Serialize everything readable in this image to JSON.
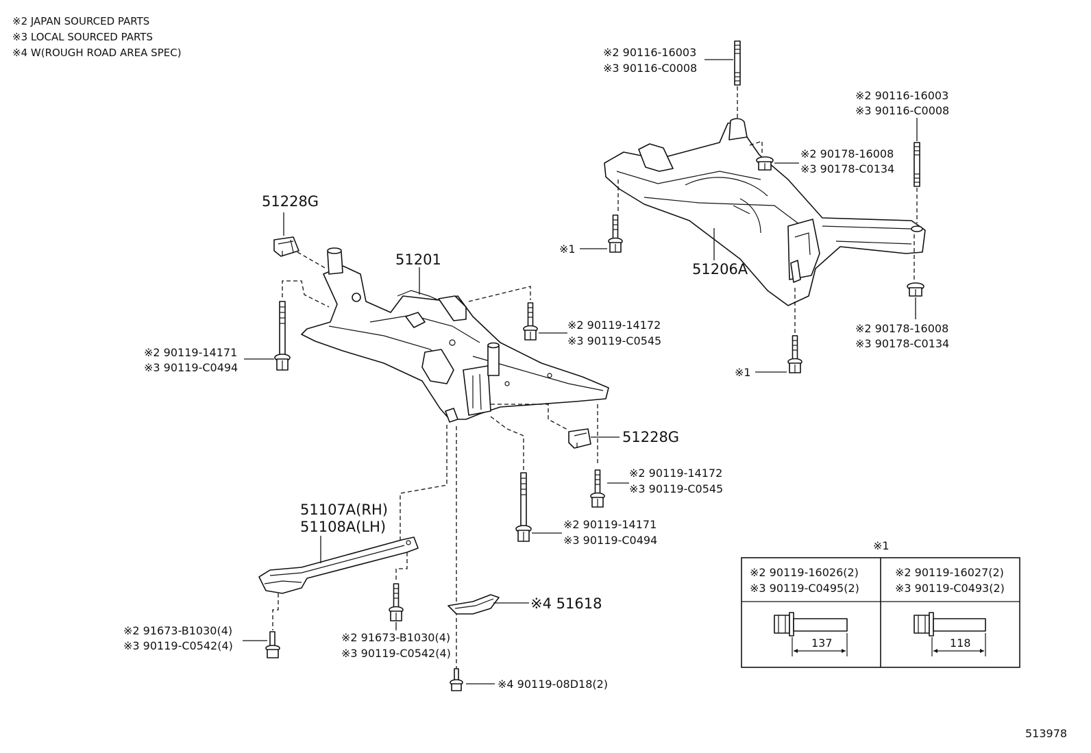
{
  "notes": [
    "※2 JAPAN SOURCED PARTS",
    "※3 LOCAL SOURCED PARTS",
    "※4 W(ROUGH ROAD AREA SPEC)"
  ],
  "labels": {
    "rear_stud_top_a": "※2 90116-16003",
    "rear_stud_top_b": "※3 90116-C0008",
    "rear_stud_right_a": "※2 90116-16003",
    "rear_stud_right_b": "※3 90116-C0008",
    "rear_nut_top_a": "※2 90178-16008",
    "rear_nut_top_b": "※3 90178-C0134",
    "rear_nut_bot_a": "※2 90178-16008",
    "rear_nut_bot_b": "※3 90178-C0134",
    "rear_bolt_left": "※1",
    "rear_bolt_bottom": "※1",
    "rear_member": "51206A",
    "stopper_top": "51228G",
    "front_member": "51201",
    "stopper_right": "51228G",
    "fbolt_tr_a": "※2 90119-14172",
    "fbolt_tr_b": "※3 90119-C0545",
    "fbolt_l_a": "※2 90119-14171",
    "fbolt_l_b": "※3 90119-C0494",
    "fbolt_r2_a": "※2 90119-14172",
    "fbolt_r2_b": "※3 90119-C0545",
    "fbolt_b_a": "※2 90119-14171",
    "fbolt_b_b": "※3 90119-C0494",
    "brace_rh": "51107A(RH)",
    "brace_lh": "51108A(LH)",
    "brace_bolt_l_a": "※2 91673-B1030(4)",
    "brace_bolt_l_b": "※3 90119-C0542(4)",
    "brace_bolt_m_a": "※2 91673-B1030(4)",
    "brace_bolt_m_b": "※3 90119-C0542(4)",
    "guard": "※4 51618",
    "guard_bolt": "※4 90119-08D18(2)"
  },
  "table": {
    "title": "※1",
    "col1_a": "※2 90119-16026(2)",
    "col1_b": "※3 90119-C0495(2)",
    "col1_len": "137",
    "col2_a": "※2 90119-16027(2)",
    "col2_b": "※3 90119-C0493(2)",
    "col2_len": "118"
  },
  "figure_id": "513978"
}
